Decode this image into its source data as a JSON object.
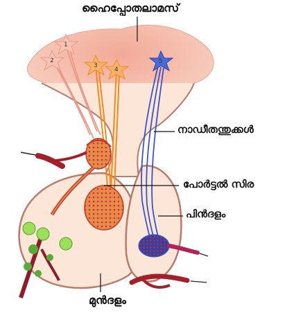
{
  "labels": {
    "hypothalamus": "ഹൈപ്പോതലാമസ്",
    "nerve_fibres": "നാഡീതന്തുക്കൾ",
    "portal_vein": "പോർട്ടൽ സിര",
    "posterior_lobe": "പിൻദളം",
    "anterior_lobe": "മുൻദളം"
  },
  "neurons": [
    {
      "number": "1",
      "color": "#f0a090"
    },
    {
      "number": "2",
      "color": "#f0a090"
    },
    {
      "number": "3",
      "color": "#f08a1e"
    },
    {
      "number": "4",
      "color": "#f08a1e"
    },
    {
      "number": "5",
      "color": "#3a54c8"
    }
  ],
  "colors": {
    "hypothalamus_fill": "#f2b5a0",
    "gland_fill": "#fbe6d8",
    "gland_stroke": "#b87a6a",
    "portal_vessel": "#c0392b",
    "artery": "#a51f2a",
    "secretory_cells": "#9be05a"
  }
}
